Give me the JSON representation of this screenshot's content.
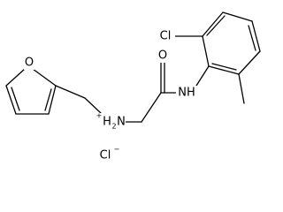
{
  "molecule": {
    "atoms": {
      "cl_substituent": "Cl",
      "furan_oxygen": "O",
      "carbonyl_oxygen": "O",
      "amide_nh": "NH",
      "ammonium_charge": "+",
      "ammonium_h": "H",
      "ammonium_h_count": "2",
      "ammonium_n": "N",
      "chloride_ion": "Cl",
      "chloride_charge": "−"
    }
  }
}
